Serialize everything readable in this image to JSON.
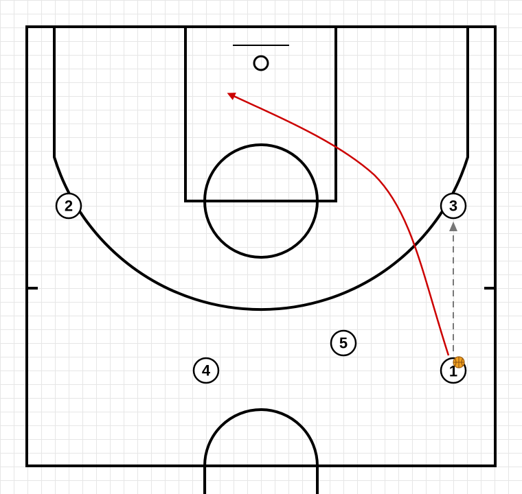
{
  "diagram": {
    "colors": {
      "court_lines": "#000000",
      "grid": "#e6e6e6",
      "cut_arrow": "#cc0000",
      "pass_arrow": "#777777",
      "ball": "#f0a020"
    },
    "players": [
      {
        "label": "1",
        "has_ball": true
      },
      {
        "label": "2",
        "has_ball": false
      },
      {
        "label": "3",
        "has_ball": false
      },
      {
        "label": "4",
        "has_ball": false
      },
      {
        "label": "5",
        "has_ball": false
      }
    ],
    "actions": [
      {
        "type": "cut",
        "from": "1",
        "to": "basket",
        "style": "solid-arrow"
      },
      {
        "type": "pass",
        "from": "1",
        "to": "3",
        "style": "dashed-arrow"
      }
    ]
  }
}
